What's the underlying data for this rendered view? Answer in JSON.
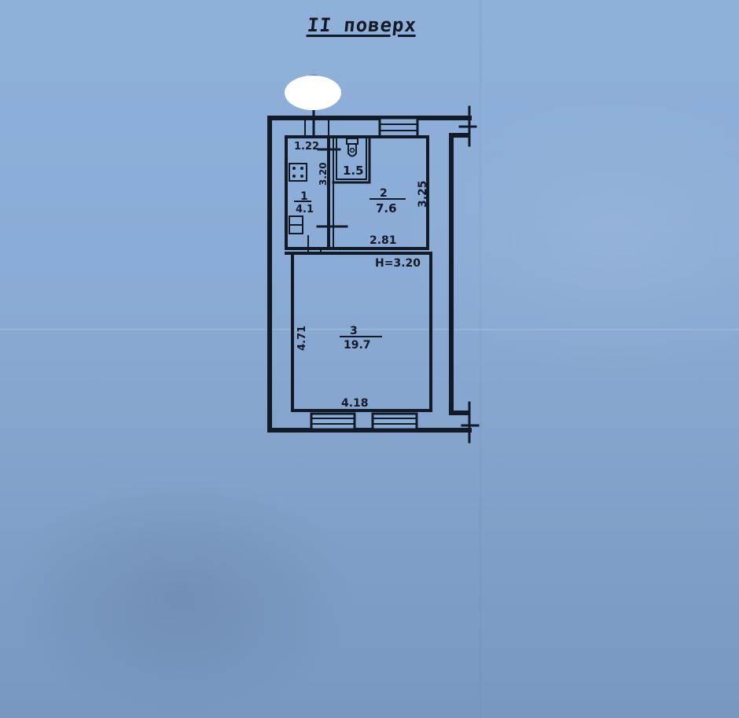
{
  "title": "II поверх",
  "colors": {
    "paper": "#8bacd6",
    "ink": "#111a26",
    "redaction": "#ffffff"
  },
  "ceiling_height": "H=3.20",
  "rooms": [
    {
      "number": "1",
      "area": "4.1",
      "name": "kitchen"
    },
    {
      "number": "",
      "area": "1.5",
      "name": "bathroom"
    },
    {
      "number": "2",
      "area": "7.6",
      "name": "room"
    },
    {
      "number": "3",
      "area": "19.7",
      "name": "room"
    }
  ],
  "dimensions": {
    "kitchen_width": "1.22",
    "kitchen_length": "3.20",
    "room2_width": "2.81",
    "room2_length": "3.25",
    "room3_width": "4.18",
    "room3_length": "4.71"
  },
  "icons": {
    "riser": "pipe-riser-icon",
    "stove": "stove-icon",
    "sink": "sink-icon",
    "toilet": "toilet-icon",
    "window": "window-icon"
  }
}
